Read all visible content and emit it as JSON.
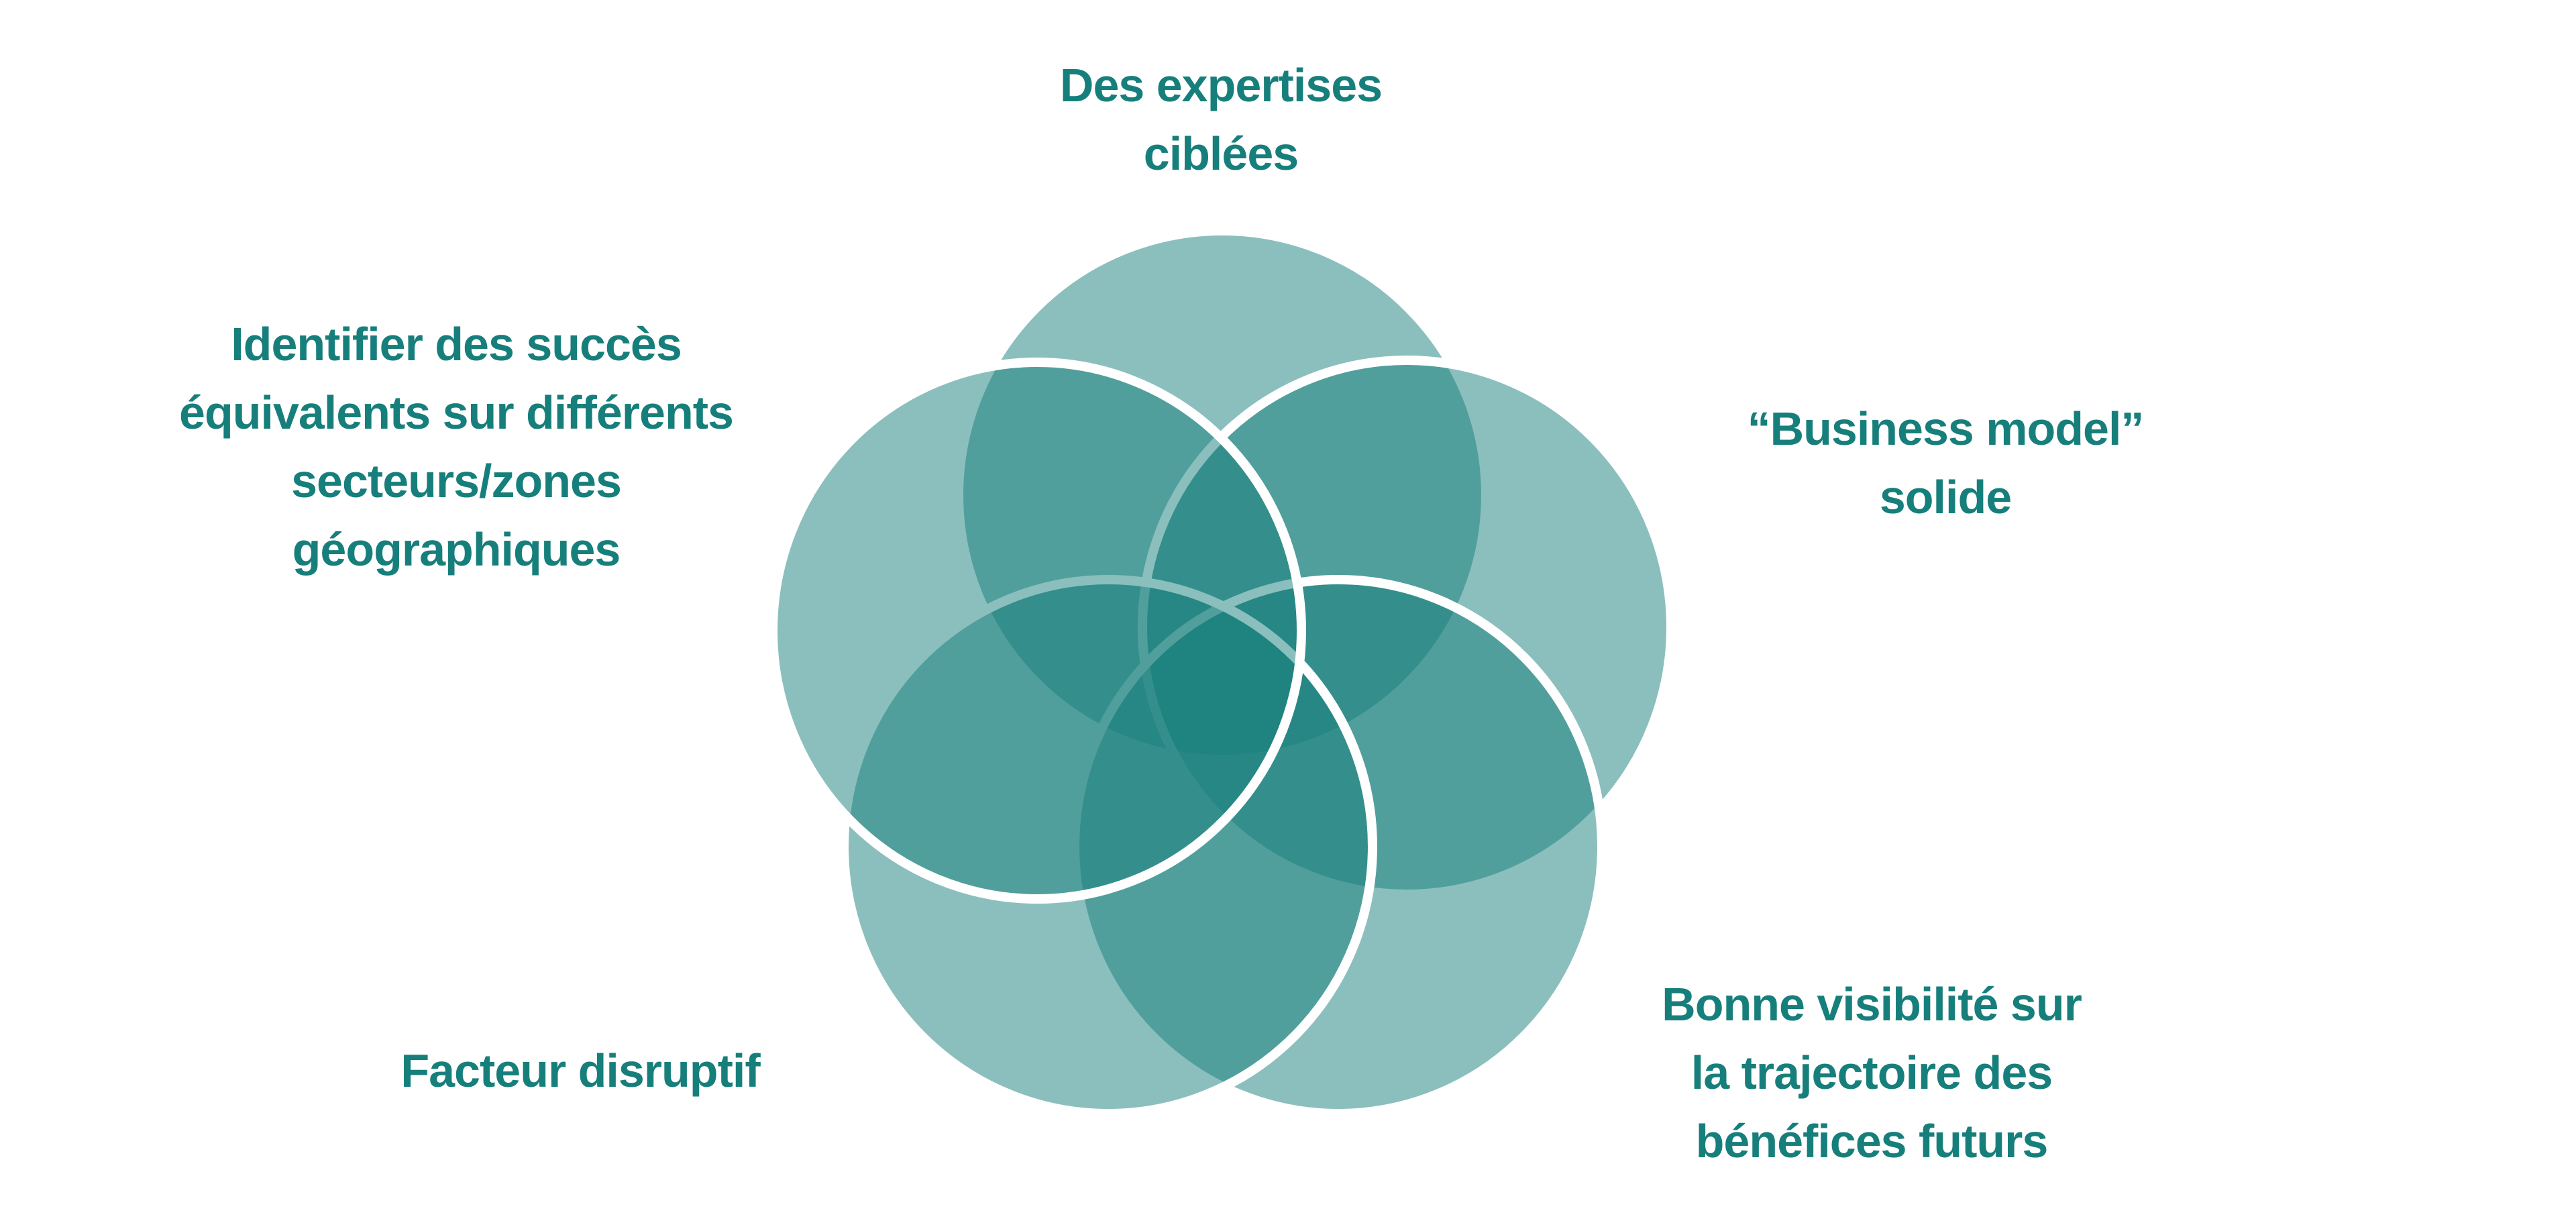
{
  "diagram": {
    "type": "five-circle overlapping venn",
    "colors": {
      "circle_fill": "#177f7b",
      "circle_stroke": "#ffffff",
      "text": "#177f7b",
      "background": "#ffffff"
    },
    "circles": [
      {
        "id": "top",
        "label_index": 0
      },
      {
        "id": "upper-right",
        "label_index": 1
      },
      {
        "id": "lower-right",
        "label_index": 2
      },
      {
        "id": "lower-left",
        "label_index": 3
      },
      {
        "id": "upper-left",
        "label_index": 4
      }
    ],
    "labels": [
      {
        "position": "top",
        "lines": [
          "Des expertises",
          "ciblées"
        ]
      },
      {
        "position": "right",
        "lines": [
          "“Business model”",
          "solide"
        ]
      },
      {
        "position": "bottom-right",
        "lines": [
          "Bonne visibilité sur",
          "la trajectoire des",
          "bénéfices futurs"
        ]
      },
      {
        "position": "bottom-left",
        "lines": [
          "Facteur disruptif"
        ]
      },
      {
        "position": "left",
        "lines": [
          "Identifier des succès",
          "équivalents sur différents",
          "secteurs/zones",
          "géographiques"
        ]
      }
    ]
  }
}
